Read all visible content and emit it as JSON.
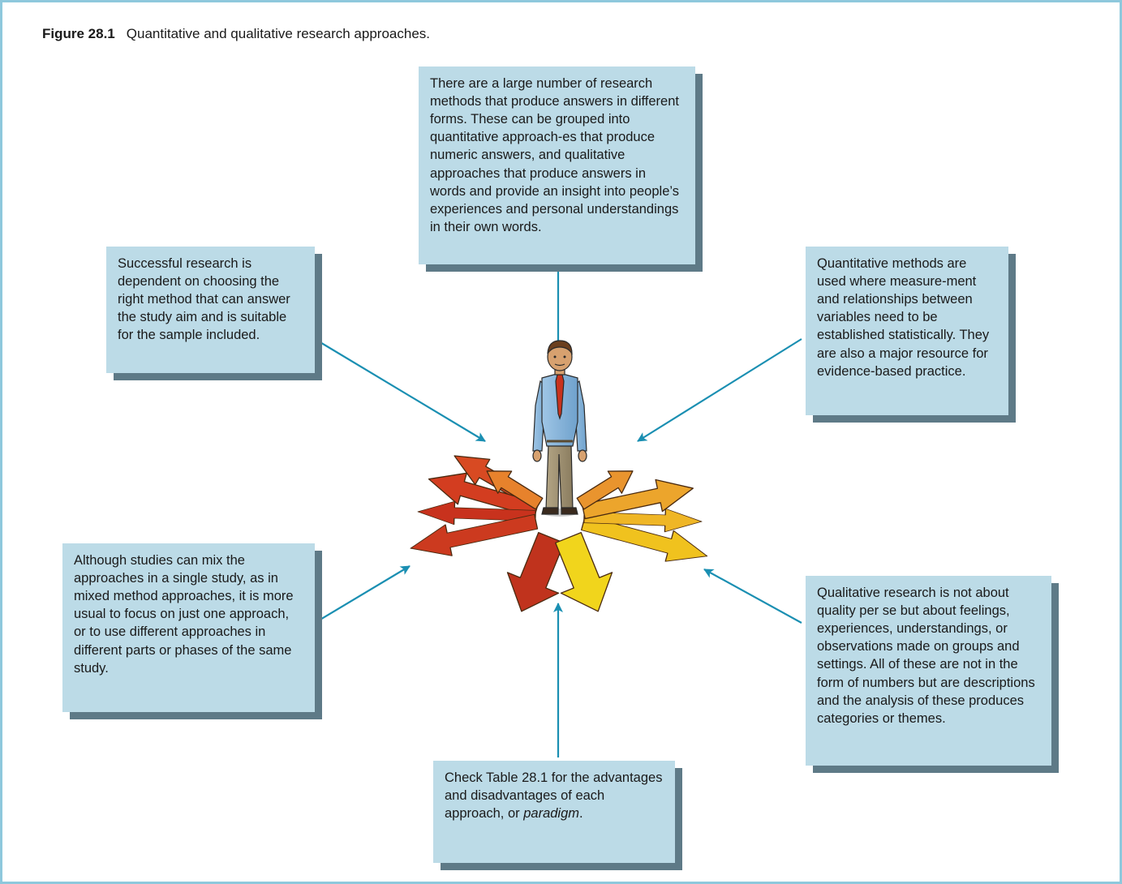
{
  "figure": {
    "label": "Figure 28.1",
    "title": "Quantitative and qualitative research approaches."
  },
  "boxes": {
    "top": "There are a large number of research methods that produce answers in different forms. These can be grouped into quantitative approach-es that produce numeric answers, and qualitative approaches that produce answers in words and provide an insight into people’s experiences and personal understandings in their own words.",
    "upper_left": "Successful research is dependent on choosing the right method that can answer the study aim and is suitable for the sample included.",
    "upper_right": "Quantitative methods are used where measure-ment and relationships between variables need to be established statistically. They are also a major resource for evidence-based practice.",
    "lower_left": "Although studies can mix the approaches in a single study, as in mixed method approaches, it is more usual to focus on just one approach, or to use different approaches in different parts or phases of the same study.",
    "lower_right": "Qualitative research is not about quality per se but about feelings, experiences, understandings, or observations made on groups and settings. All of these are not in the form of numbers but are descriptions and the analysis of these produces categories or themes.",
    "bottom_prefix": "Check Table 28.1 for the advantages and disadvantages of each approach, or ",
    "bottom_emphasis": "paradigm",
    "bottom_suffix": "."
  },
  "colors": {
    "box_fill": "#bcdbe7",
    "box_shadow": "#5e7a87",
    "connector": "#1a8fb2",
    "frame": "#8ec8dc"
  },
  "icons": [
    "person-figure-icon",
    "direction-arrows-icon"
  ]
}
